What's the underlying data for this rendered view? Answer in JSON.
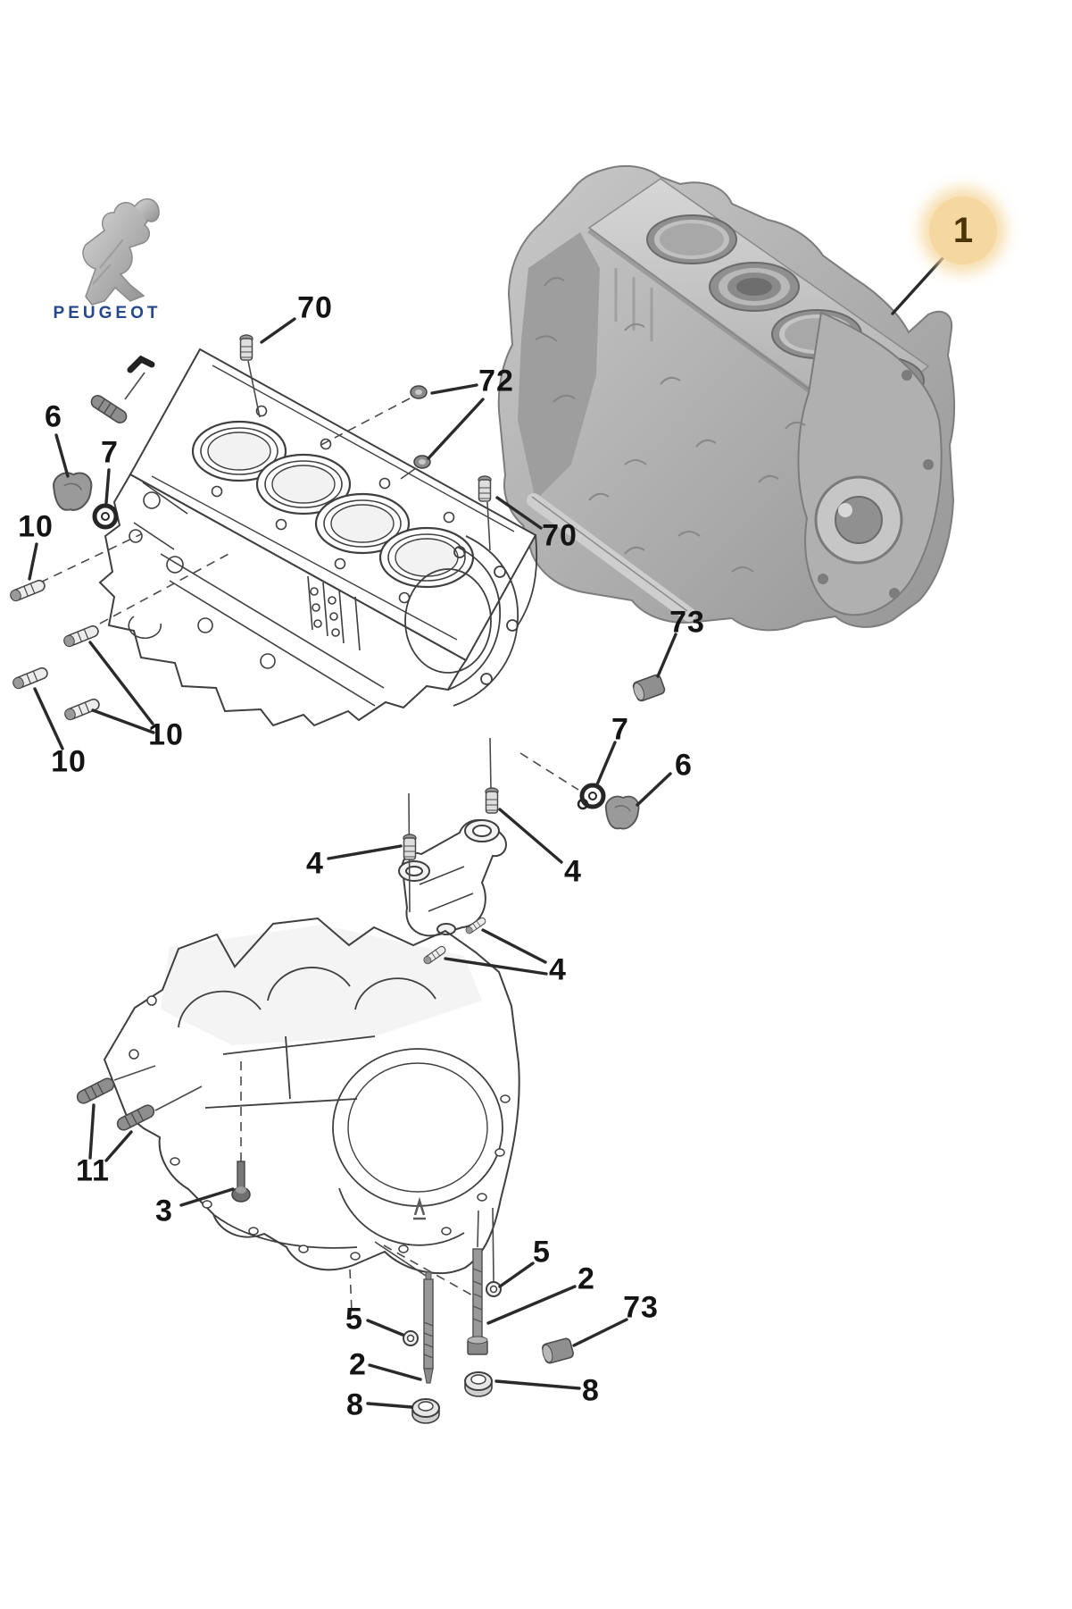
{
  "brand": {
    "name": "PEUGEOT",
    "logo_icon": "peugeot-lion-icon",
    "text_color": "#26488d"
  },
  "badge": {
    "label": "1",
    "fill": "#f5d8a0",
    "text_color": "#4a3408"
  },
  "diagram": {
    "type": "exploded-parts-diagram",
    "subject": "engine cylinder block assembly",
    "colors": {
      "background": "#ffffff",
      "line_art": "#3e3e3e",
      "leader": "#2a2a2a",
      "render_gray": "#b3b3b3",
      "highlight": "#f5d8a0"
    },
    "parts": [
      {
        "icon": "engine-block-render",
        "callout": "1"
      },
      {
        "icon": "cylinder-block-outline-drawing"
      },
      {
        "icon": "engine-mount-bracket-drawing"
      },
      {
        "icon": "bedplate-oil-pan-drawing"
      },
      {
        "icon": "studs-bolts-nuts-washers-plugs"
      }
    ]
  },
  "callouts": [
    {
      "id": "70-top",
      "label": "70"
    },
    {
      "id": "72",
      "label": "72"
    },
    {
      "id": "6-left",
      "label": "6"
    },
    {
      "id": "7-left",
      "label": "7"
    },
    {
      "id": "10-upper-left",
      "label": "10"
    },
    {
      "id": "10-lower-left",
      "label": "10"
    },
    {
      "id": "10-middle",
      "label": "10"
    },
    {
      "id": "70-right",
      "label": "70"
    },
    {
      "id": "73-right",
      "label": "73"
    },
    {
      "id": "7-right",
      "label": "7"
    },
    {
      "id": "6-right",
      "label": "6"
    },
    {
      "id": "4-left",
      "label": "4"
    },
    {
      "id": "4-right",
      "label": "4"
    },
    {
      "id": "4-bottom",
      "label": "4"
    },
    {
      "id": "11",
      "label": "11"
    },
    {
      "id": "3",
      "label": "3"
    },
    {
      "id": "5-left",
      "label": "5"
    },
    {
      "id": "2-left",
      "label": "2"
    },
    {
      "id": "8-left",
      "label": "8"
    },
    {
      "id": "5-right",
      "label": "5"
    },
    {
      "id": "2-right",
      "label": "2"
    },
    {
      "id": "73-bottom",
      "label": "73"
    },
    {
      "id": "8-right",
      "label": "8"
    }
  ]
}
